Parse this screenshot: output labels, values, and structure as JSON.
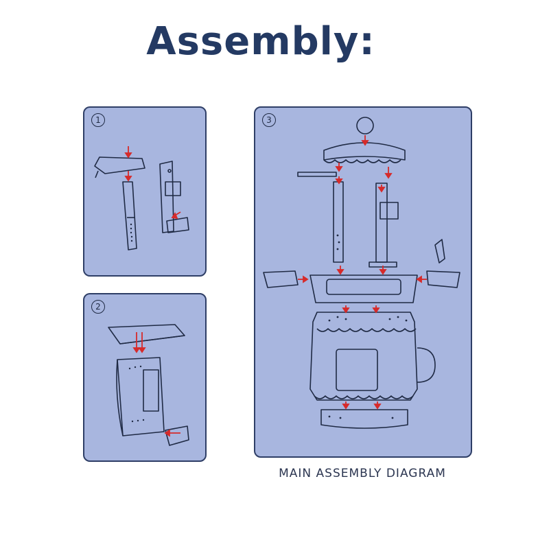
{
  "title": "Assembly:",
  "panels": [
    {
      "number": "1"
    },
    {
      "number": "2"
    },
    {
      "number": "3"
    }
  ],
  "caption": "MAIN ASSEMBLY DIAGRAM",
  "colors": {
    "title": "#243a63",
    "panel_fill": "#a8b6df",
    "panel_border": "#2e3e66",
    "arrow": "#d62a2a"
  }
}
